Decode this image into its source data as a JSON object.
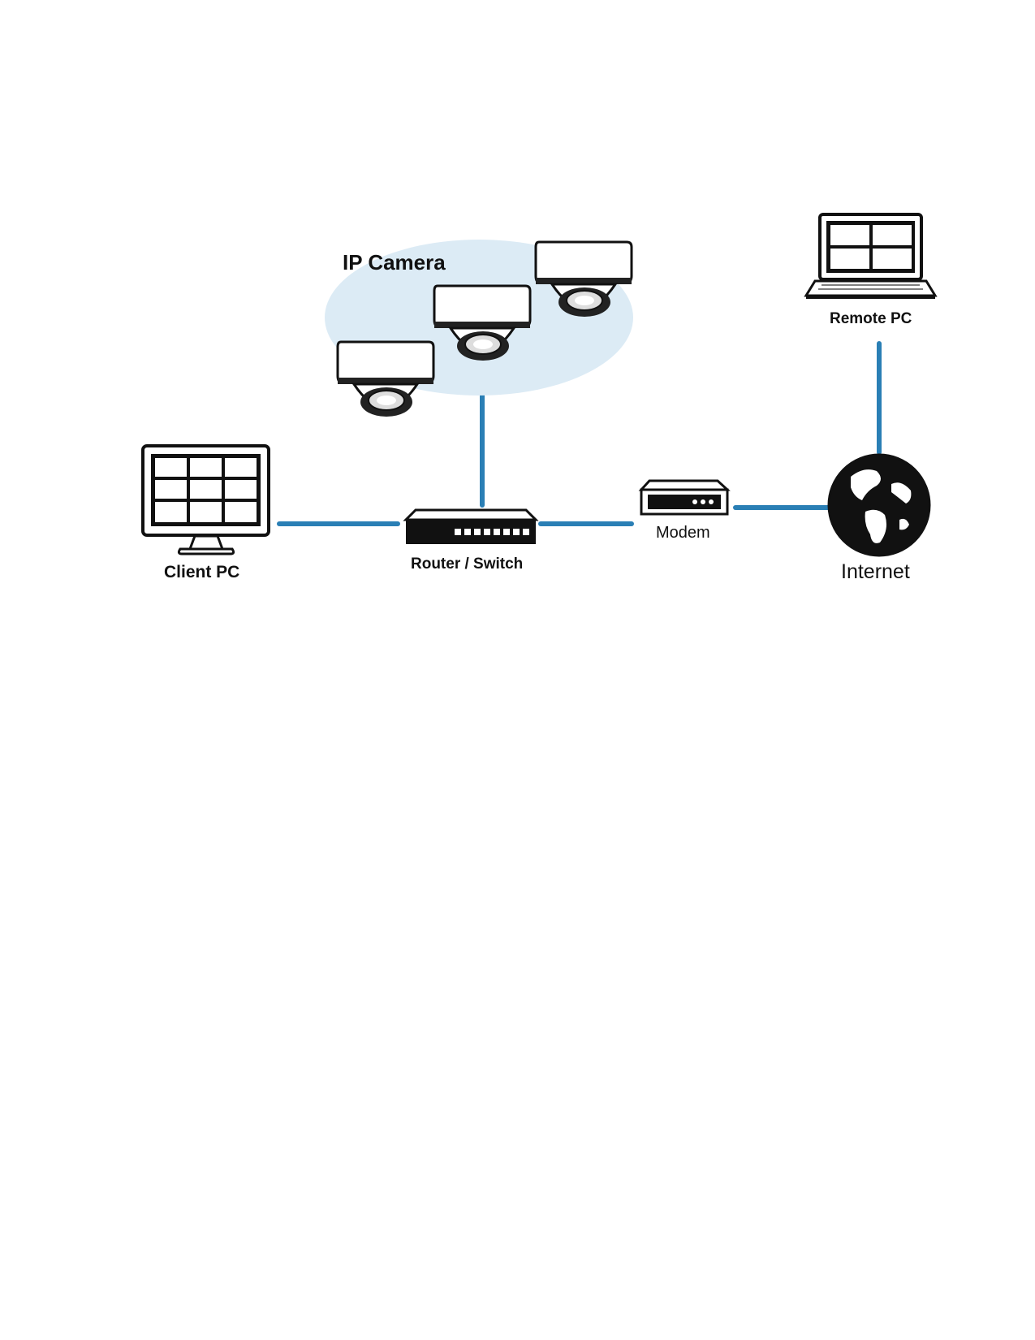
{
  "diagram": {
    "labels": {
      "ip_camera": "IP Camera",
      "remote_pc": "Remote PC",
      "client_pc": "Client PC",
      "router_switch": "Router / Switch",
      "modem": "Modem",
      "internet": "Internet"
    },
    "connections": [
      {
        "from": "Client PC",
        "to": "Router / Switch"
      },
      {
        "from": "IP Camera",
        "to": "Router / Switch"
      },
      {
        "from": "Router / Switch",
        "to": "Modem"
      },
      {
        "from": "Modem",
        "to": "Internet"
      },
      {
        "from": "Internet",
        "to": "Remote PC"
      }
    ],
    "colors": {
      "link": "#2a7fb5",
      "camera_group": "#dcebf5",
      "device": "#111111"
    },
    "icons": [
      "dome-camera-icon",
      "laptop-icon",
      "monitor-icon",
      "router-icon",
      "modem-icon",
      "globe-icon"
    ]
  }
}
